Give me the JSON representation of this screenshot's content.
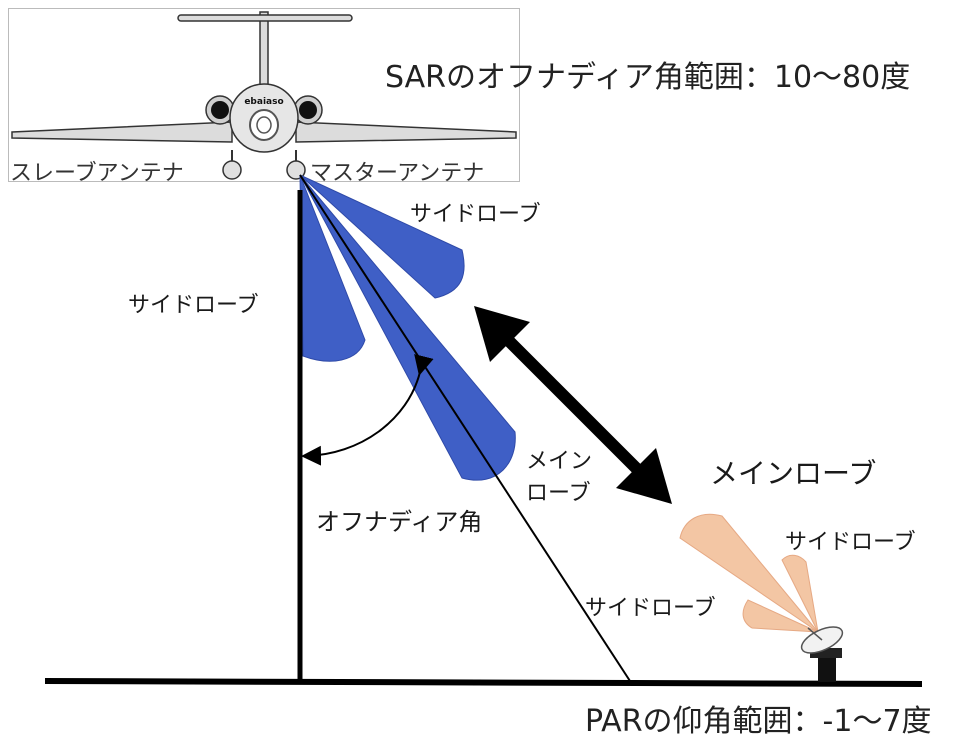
{
  "titles": {
    "sar_range": "SARのオフナディア角範囲：10～80度",
    "par_range": "PARの仰角範囲：-1～7度"
  },
  "aircraft": {
    "slave_antenna": "スレーブアンテナ",
    "master_antenna": "マスターアンテナ",
    "fuselage_marking": "ebaiaso"
  },
  "sar_beam": {
    "side_lobe_right": "サイドローブ",
    "side_lobe_left": "サイドローブ",
    "main_lobe_line1": "メイン",
    "main_lobe_line2": "ローブ",
    "off_nadir_angle": "オフナディア角"
  },
  "par_beam": {
    "main_lobe": "メインローブ",
    "side_lobe_upper": "サイドローブ",
    "side_lobe_lower": "サイドローブ"
  },
  "colors": {
    "sar_lobe": "#3f5fc6",
    "par_lobe": "#f3c6a4",
    "line": "#000000"
  }
}
